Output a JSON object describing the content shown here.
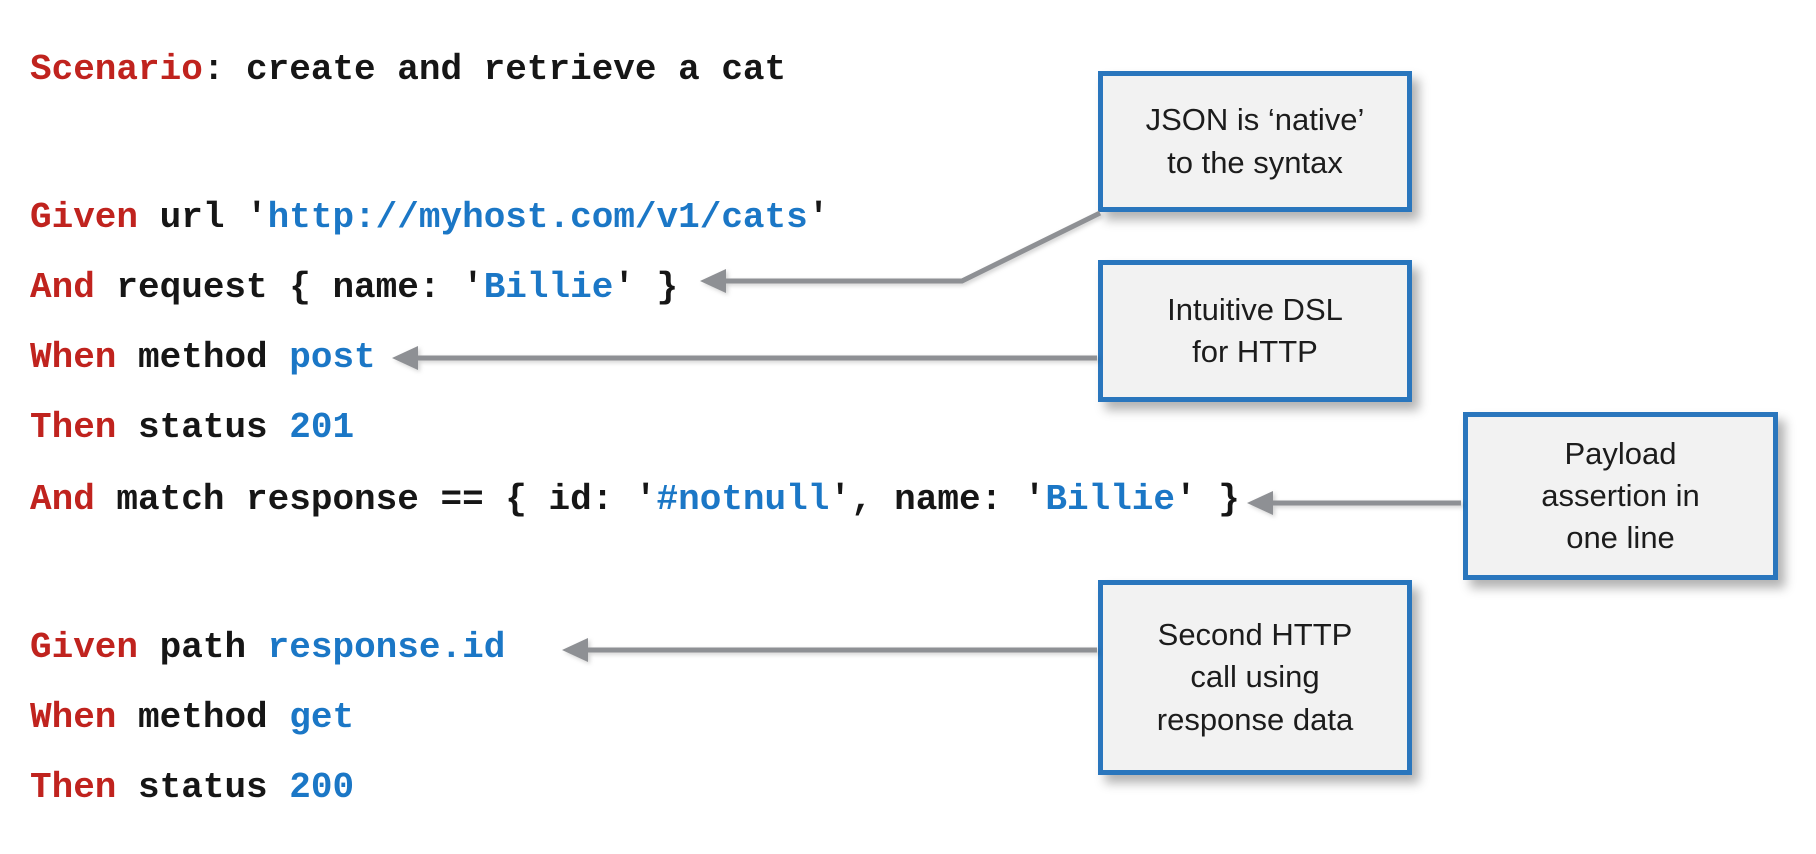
{
  "code": {
    "lines": [
      {
        "name": "line-scenario",
        "tokens": [
          {
            "text": "Scenario",
            "style": "keyword"
          },
          {
            "text": ": create and retrieve a cat",
            "style": "plain"
          }
        ]
      },
      {
        "name": "line-given-url",
        "tokens": [
          {
            "text": "Given",
            "style": "keyword"
          },
          {
            "text": " url '",
            "style": "plain"
          },
          {
            "text": "http://myhost.com/v1/cats",
            "style": "value"
          },
          {
            "text": "'",
            "style": "plain"
          }
        ]
      },
      {
        "name": "line-and-request",
        "tokens": [
          {
            "text": "And",
            "style": "keyword"
          },
          {
            "text": " request { name: '",
            "style": "plain"
          },
          {
            "text": "Billie",
            "style": "value"
          },
          {
            "text": "' }",
            "style": "plain"
          }
        ]
      },
      {
        "name": "line-when-method-post",
        "tokens": [
          {
            "text": "When",
            "style": "keyword"
          },
          {
            "text": " method ",
            "style": "plain"
          },
          {
            "text": "post",
            "style": "value"
          }
        ]
      },
      {
        "name": "line-then-status-201",
        "tokens": [
          {
            "text": "Then",
            "style": "keyword"
          },
          {
            "text": " status ",
            "style": "plain"
          },
          {
            "text": "201",
            "style": "value"
          }
        ]
      },
      {
        "name": "line-and-match",
        "tokens": [
          {
            "text": "And",
            "style": "keyword"
          },
          {
            "text": " match response == { id: '",
            "style": "plain"
          },
          {
            "text": "#notnull",
            "style": "value"
          },
          {
            "text": "', name: '",
            "style": "plain"
          },
          {
            "text": "Billie",
            "style": "value"
          },
          {
            "text": "' }",
            "style": "plain"
          }
        ]
      },
      {
        "name": "line-given-path",
        "tokens": [
          {
            "text": "Given",
            "style": "keyword"
          },
          {
            "text": " path ",
            "style": "plain"
          },
          {
            "text": "response.id",
            "style": "value"
          }
        ]
      },
      {
        "name": "line-when-method-get",
        "tokens": [
          {
            "text": "When",
            "style": "keyword"
          },
          {
            "text": " method ",
            "style": "plain"
          },
          {
            "text": "get",
            "style": "value"
          }
        ]
      },
      {
        "name": "line-then-status-200",
        "tokens": [
          {
            "text": "Then",
            "style": "keyword"
          },
          {
            "text": " status ",
            "style": "plain"
          },
          {
            "text": "200",
            "style": "value"
          }
        ]
      }
    ]
  },
  "callouts": [
    {
      "id": "json-native",
      "lines": [
        "JSON is ‘native’",
        "to the syntax"
      ]
    },
    {
      "id": "intuitive-dsl",
      "lines": [
        "Intuitive DSL",
        "for HTTP"
      ]
    },
    {
      "id": "payload",
      "lines": [
        "Payload",
        "assertion in",
        "one line"
      ]
    },
    {
      "id": "second-call",
      "lines": [
        "Second HTTP",
        "call using",
        "response data"
      ]
    }
  ],
  "colors": {
    "keyword_red": "#c0231e",
    "value_blue": "#1b77c6",
    "plain_black": "#161616",
    "box_border_blue": "#2a76bd",
    "box_fill_gray": "#f2f2f2",
    "arrow_gray": "#8e9094"
  }
}
